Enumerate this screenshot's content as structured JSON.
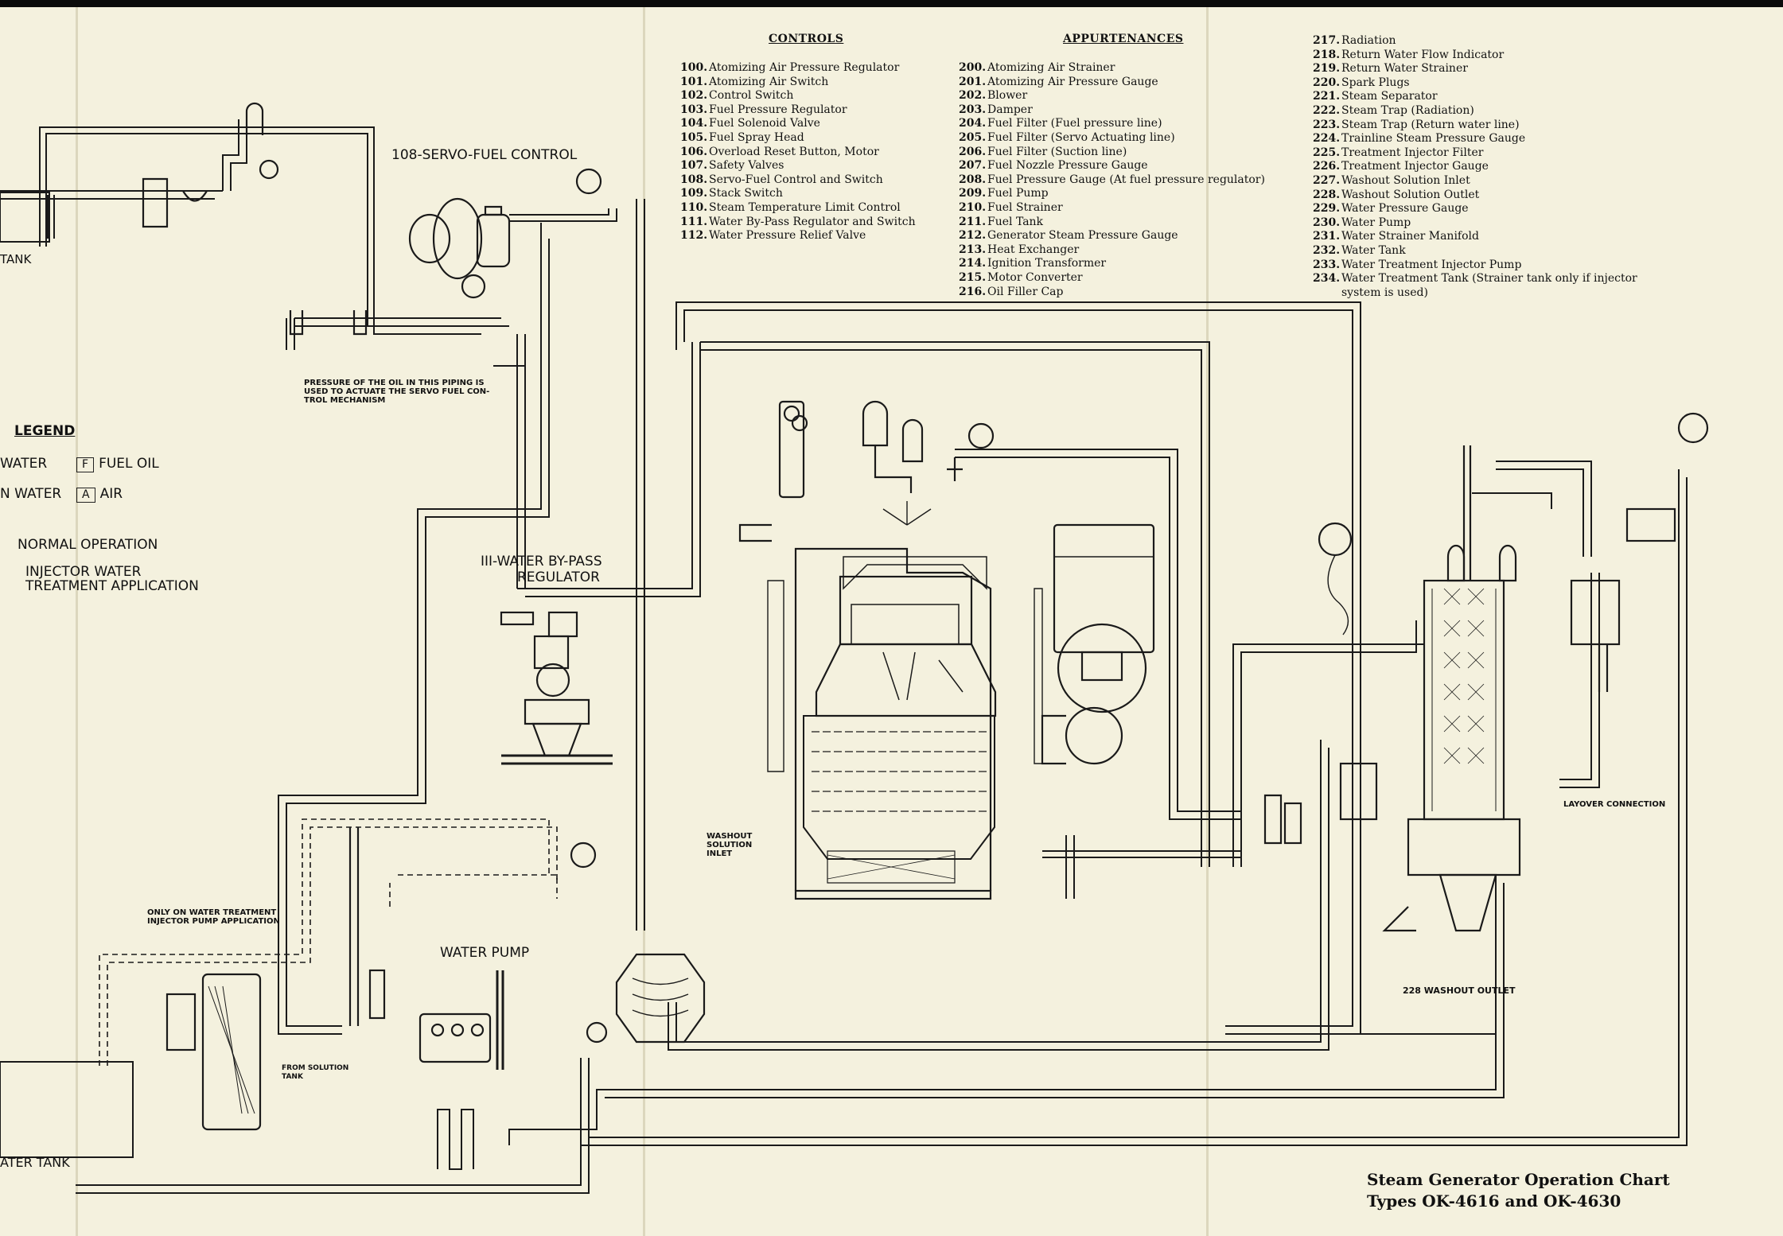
{
  "controls": {
    "heading": "CONTROLS",
    "items": [
      {
        "num": "100.",
        "label": "Atomizing Air Pressure Regulator"
      },
      {
        "num": "101.",
        "label": "Atomizing Air Switch"
      },
      {
        "num": "102.",
        "label": "Control Switch"
      },
      {
        "num": "103.",
        "label": "Fuel Pressure Regulator"
      },
      {
        "num": "104.",
        "label": "Fuel Solenoid Valve"
      },
      {
        "num": "105.",
        "label": "Fuel Spray Head"
      },
      {
        "num": "106.",
        "label": "Overload Reset Button, Motor"
      },
      {
        "num": "107.",
        "label": "Safety Valves"
      },
      {
        "num": "108.",
        "label": "Servo-Fuel Control and Switch"
      },
      {
        "num": "109.",
        "label": "Stack Switch"
      },
      {
        "num": "110.",
        "label": "Steam Temperature Limit Control"
      },
      {
        "num": "111.",
        "label": "Water By-Pass Regulator and Switch"
      },
      {
        "num": "112.",
        "label": "Water Pressure Relief Valve"
      }
    ]
  },
  "appurtenances": {
    "heading": "APPURTENANCES",
    "items": [
      {
        "num": "200.",
        "label": "Atomizing Air Strainer"
      },
      {
        "num": "201.",
        "label": "Atomizing Air Pressure Gauge"
      },
      {
        "num": "202.",
        "label": "Blower"
      },
      {
        "num": "203.",
        "label": "Damper"
      },
      {
        "num": "204.",
        "label": "Fuel Filter (Fuel pressure line)"
      },
      {
        "num": "205.",
        "label": "Fuel Filter (Servo Actuating line)"
      },
      {
        "num": "206.",
        "label": "Fuel Filter (Suction line)"
      },
      {
        "num": "207.",
        "label": "Fuel Nozzle Pressure Gauge"
      },
      {
        "num": "208.",
        "label": "Fuel Pressure Gauge (At fuel pressure regulator)"
      },
      {
        "num": "209.",
        "label": "Fuel Pump"
      },
      {
        "num": "210.",
        "label": "Fuel Strainer"
      },
      {
        "num": "211.",
        "label": "Fuel Tank"
      },
      {
        "num": "212.",
        "label": "Generator Steam Pressure Gauge"
      },
      {
        "num": "213.",
        "label": "Heat Exchanger"
      },
      {
        "num": "214.",
        "label": "Ignition Transformer"
      },
      {
        "num": "215.",
        "label": "Motor Converter"
      },
      {
        "num": "216.",
        "label": "Oil Filler Cap"
      }
    ]
  },
  "appurtenances_cont": {
    "items": [
      {
        "num": "217.",
        "label": "Radiation"
      },
      {
        "num": "218.",
        "label": "Return Water Flow Indicator"
      },
      {
        "num": "219.",
        "label": "Return Water Strainer"
      },
      {
        "num": "220.",
        "label": "Spark Plugs"
      },
      {
        "num": "221.",
        "label": "Steam Separator"
      },
      {
        "num": "222.",
        "label": "Steam Trap (Radiation)"
      },
      {
        "num": "223.",
        "label": "Steam Trap (Return water line)"
      },
      {
        "num": "224.",
        "label": "Trainline Steam Pressure Gauge"
      },
      {
        "num": "225.",
        "label": "Treatment Injector Filter"
      },
      {
        "num": "226.",
        "label": "Treatment Injector Gauge"
      },
      {
        "num": "227.",
        "label": "Washout Solution Inlet"
      },
      {
        "num": "228.",
        "label": "Washout Solution Outlet"
      },
      {
        "num": "229.",
        "label": "Water Pressure Gauge"
      },
      {
        "num": "230.",
        "label": "Water Pump"
      },
      {
        "num": "231.",
        "label": "Water Strainer Manifold"
      },
      {
        "num": "232.",
        "label": "Water Tank"
      },
      {
        "num": "233.",
        "label": "Water Treatment Injector Pump"
      },
      {
        "num": "234.",
        "label": "Water Treatment Tank (Strainer tank only if injector"
      },
      {
        "num": "",
        "label": "system is used)"
      }
    ]
  },
  "legend": {
    "title": "LEGEND",
    "water": "WATER",
    "return_water": "N WATER",
    "fuel_box": "F",
    "fuel_label": "FUEL OIL",
    "air_box": "A",
    "air_label": "AIR",
    "normal": "NORMAL OPERATION",
    "injector_1": "INJECTOR WATER",
    "injector_2": "TREATMENT APPLICATION"
  },
  "labels": {
    "tank_top": "TANK",
    "water_tank": "ATER TANK",
    "servo": "108-SERVO-FUEL CONTROL",
    "bypass_1": "III-WATER BY-PASS",
    "bypass_2": "REGULATOR",
    "water_pump": "WATER PUMP",
    "pressure_note": "PRESSURE OF THE OIL IN THIS PIPING IS\nUSED TO ACTUATE THE SERVO FUEL CON-\nTROL MECHANISM",
    "washout_inlet": "WASHOUT\nSOLUTION\nINLET",
    "washout_outlet": "228 WASHOUT OUTLET",
    "layover": "LAYOVER CONNECTION",
    "only_note": "ONLY ON WATER TREATMENT\nINJECTOR PUMP APPLICATION",
    "from_solution": "FROM SOLUTION\nTANK"
  },
  "title": {
    "line1": "Steam Generator Operation Chart",
    "line2": "Types OK-4616 and OK-4630"
  }
}
